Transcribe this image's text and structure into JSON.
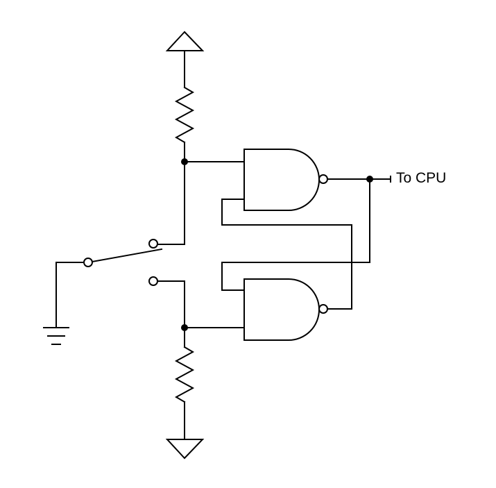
{
  "diagram": {
    "output_label": "To CPU",
    "components": [
      "vcc-supply",
      "pull-up-resistor",
      "spdt-switch",
      "ground",
      "pull-down-resistor",
      "nand-gate-top",
      "nand-gate-bottom"
    ]
  }
}
